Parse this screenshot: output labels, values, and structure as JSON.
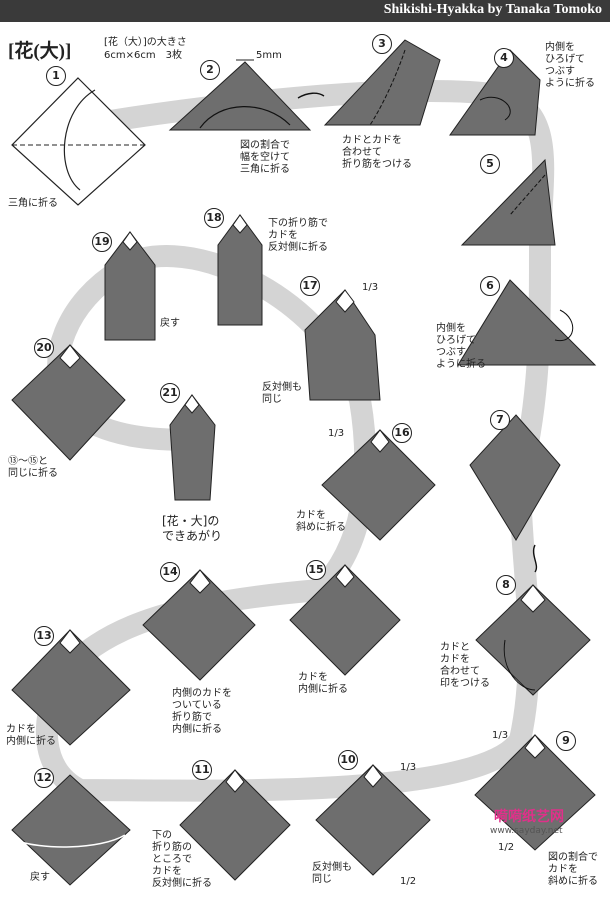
{
  "header": {
    "author_title": "Shikishi-Hyakka by Tanaka Tomoko"
  },
  "title": "[花(大)]",
  "subtitle": "[花（大）]の大きさ\n6cm×6cm　3枚",
  "margin_note": "5mm",
  "steps": [
    {
      "n": "1",
      "text": "三角に折る"
    },
    {
      "n": "2",
      "text": "図の割合で\n幅を空けて\n三角に折る"
    },
    {
      "n": "3",
      "text": "カドとカドを\n合わせて\n折り筋をつける"
    },
    {
      "n": "4",
      "text": "内側を\nひろげて\nつぶす\nように折る"
    },
    {
      "n": "5",
      "text": ""
    },
    {
      "n": "6",
      "text": "内側を\nひろげて\nつぶす\nように折る"
    },
    {
      "n": "7",
      "text": ""
    },
    {
      "n": "8",
      "text": "カドと\nカドを\n合わせて\n印をつける"
    },
    {
      "n": "9",
      "text": "図の割合で\nカドを\n斜めに折る"
    },
    {
      "n": "10",
      "text": "反対側も\n同じ"
    },
    {
      "n": "11",
      "text": "下の\n折り筋の\nところで\nカドを\n反対側に折る"
    },
    {
      "n": "12",
      "text": "戻す"
    },
    {
      "n": "13",
      "text": "カドを\n内側に折る"
    },
    {
      "n": "14",
      "text": "内側のカドを\nついている\n折り筋で\n内側に折る"
    },
    {
      "n": "15",
      "text": "カドを\n内側に折る"
    },
    {
      "n": "16",
      "text": "カドを\n斜めに折る"
    },
    {
      "n": "17",
      "text": "反対側も\n同じ"
    },
    {
      "n": "18",
      "text": "下の折り筋で\nカドを\n反対側に折る"
    },
    {
      "n": "19",
      "text": "戻す"
    },
    {
      "n": "20",
      "text": "⑬〜⑮と\n同じに折る"
    },
    {
      "n": "21",
      "text": ""
    }
  ],
  "finished_label": "[花・大]の\nできあがり",
  "fractions": {
    "one_third": "1/3",
    "one_half": "1/2"
  },
  "watermark": {
    "text": "嗬嗬纸艺网",
    "url": "www.sayday.net"
  },
  "colors": {
    "paper_gray": "#6e6e6e",
    "path_gray": "#d4d4d4",
    "outline": "#222222",
    "accent_pink": "#e0308a"
  }
}
